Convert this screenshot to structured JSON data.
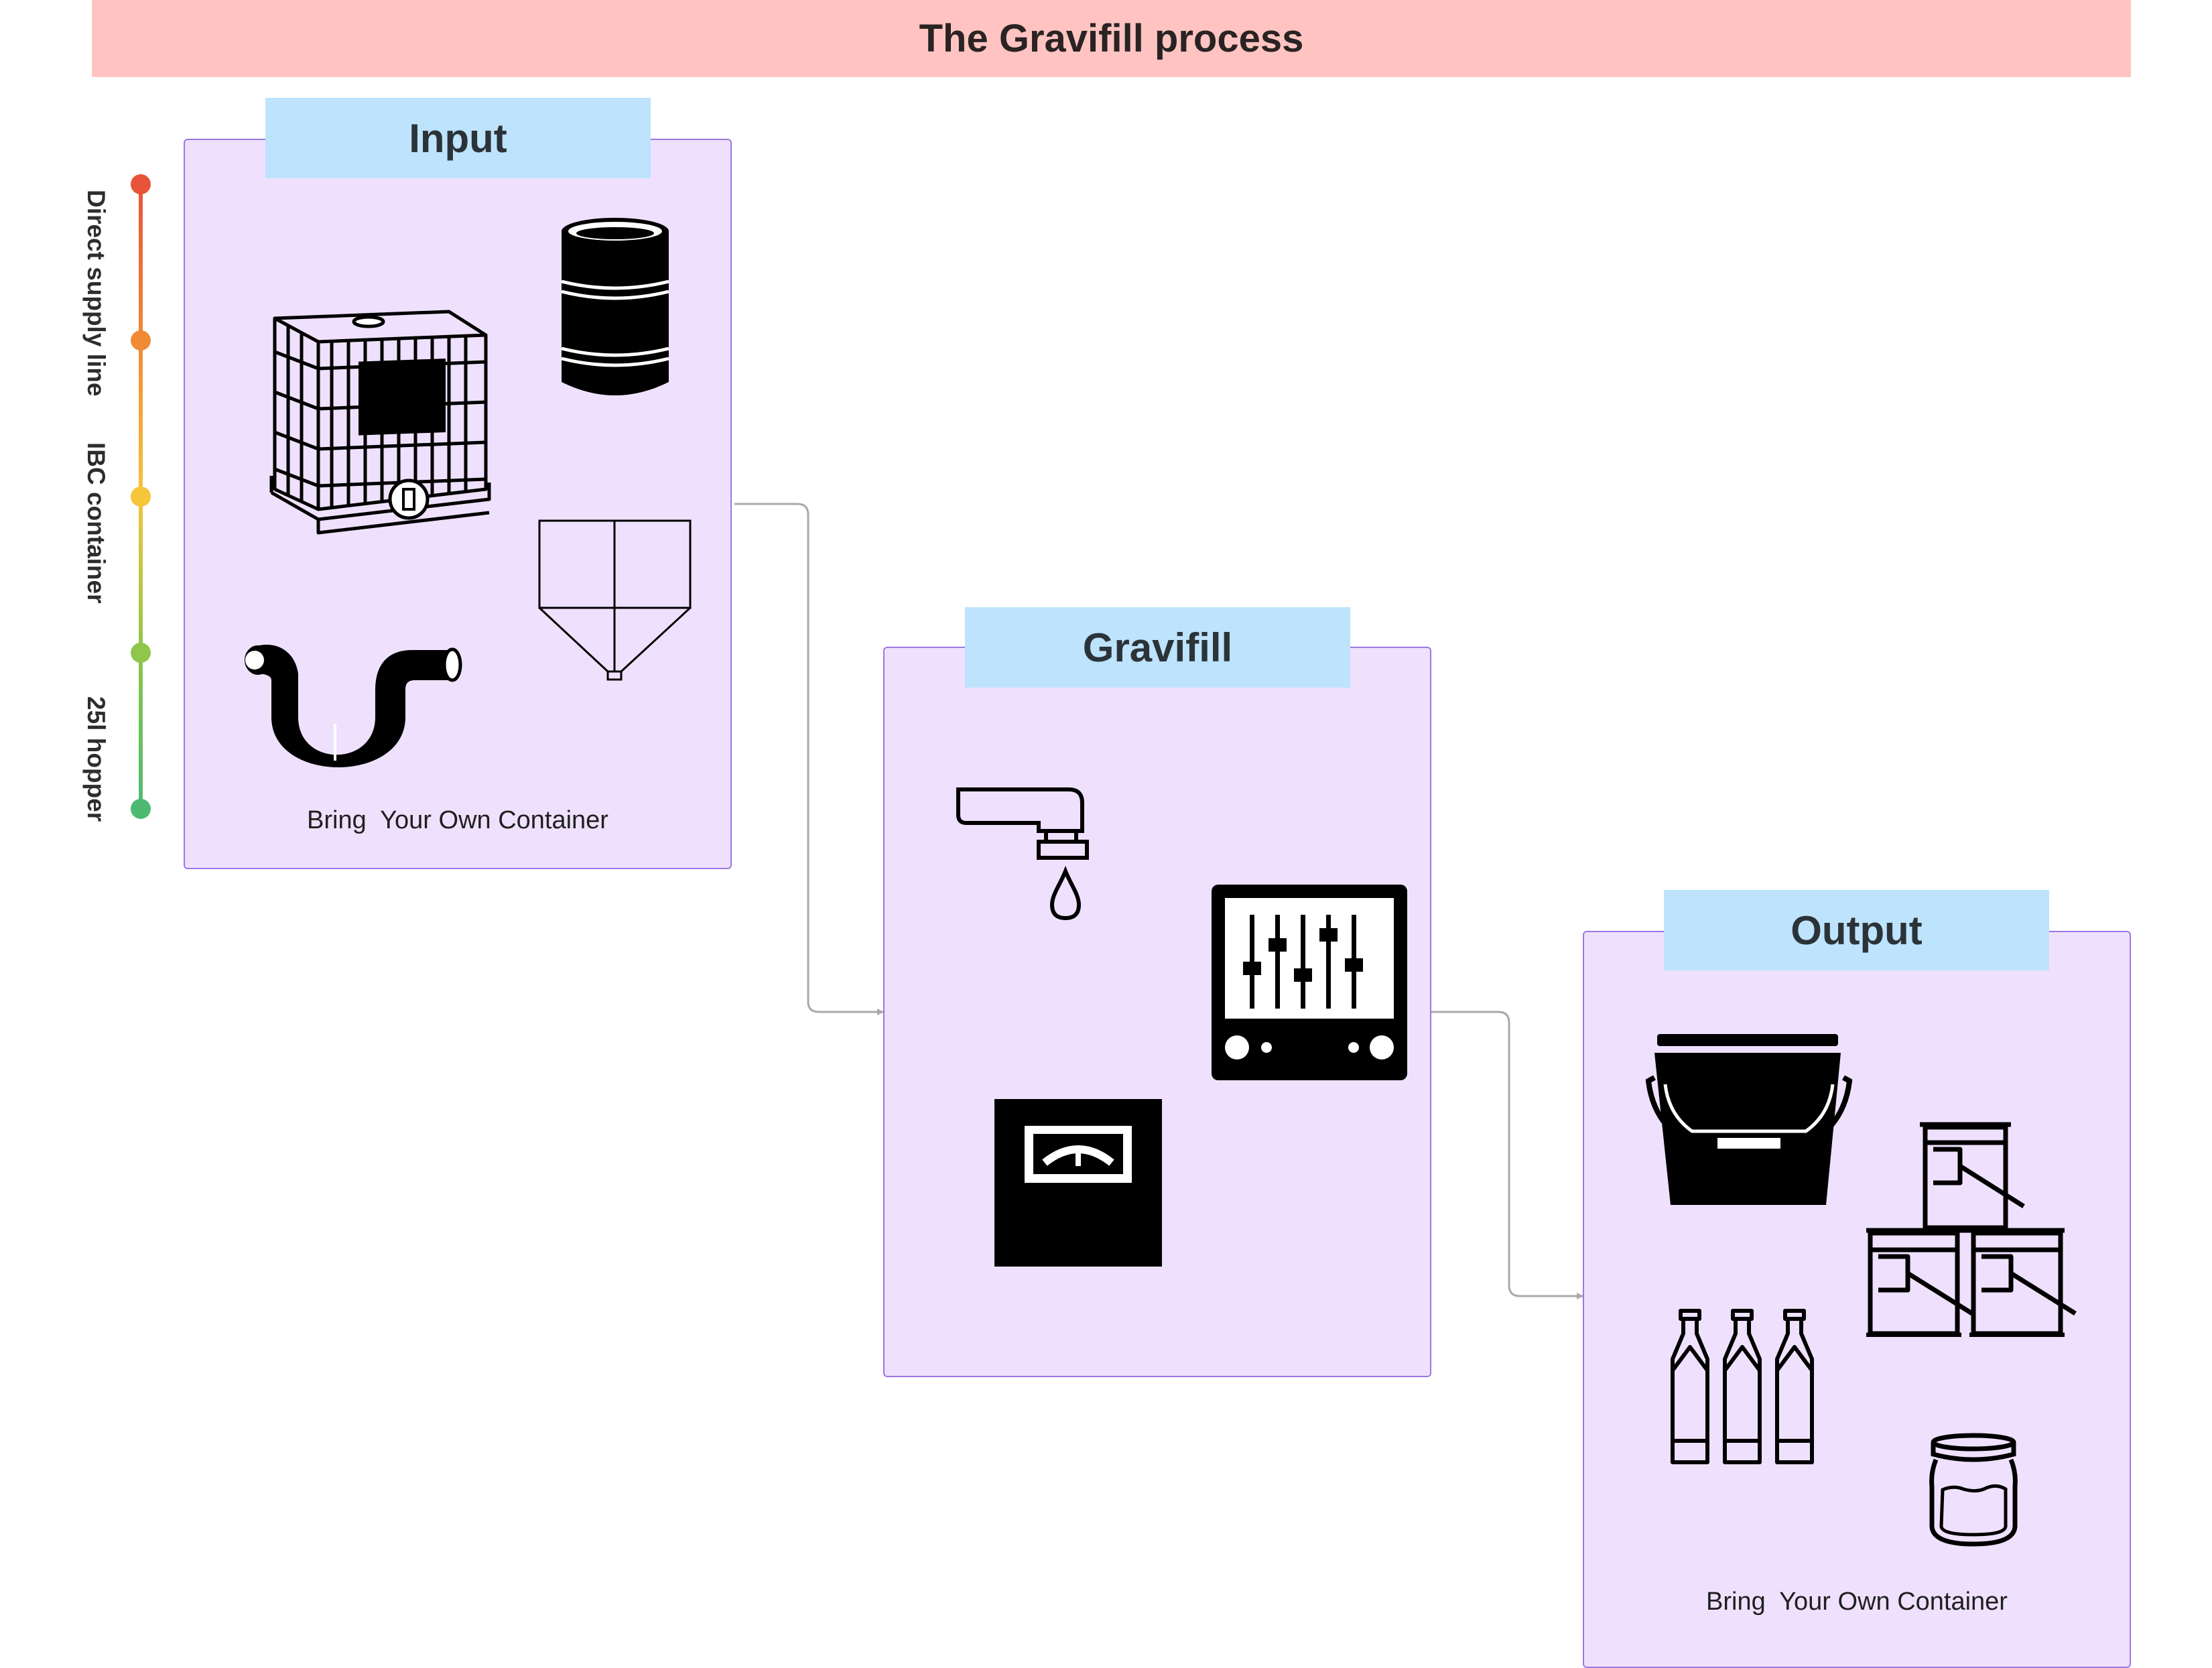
{
  "title": "The Gravifill process",
  "track": {
    "labels": [
      "Direct supply line",
      "IBC container",
      "25l hopper"
    ],
    "colors": [
      "#e8543a",
      "#f08a35",
      "#f5c53a",
      "#8fc64b",
      "#4dba72"
    ]
  },
  "panels": {
    "input": {
      "heading": "Input",
      "caption": "Bring  Your Own Container"
    },
    "gravifill": {
      "heading": "Gravifill"
    },
    "output": {
      "heading": "Output",
      "caption": "Bring  Your Own Container"
    }
  },
  "colors": {
    "title_bg": "#ffc4c1",
    "panel_bg": "#efe1fd",
    "panel_border": "#9d76e4",
    "heading_bg": "#bde3fd",
    "connector": "#a9a9a9"
  },
  "icons": {
    "input": [
      "ibc-container-icon",
      "oil-drum-icon",
      "hopper-icon",
      "pipe-icon"
    ],
    "gravifill": [
      "faucet-icon",
      "control-panel-icon",
      "scale-icon"
    ],
    "output": [
      "bucket-icon",
      "paint-cans-icon",
      "bottles-icon",
      "jar-icon"
    ]
  }
}
